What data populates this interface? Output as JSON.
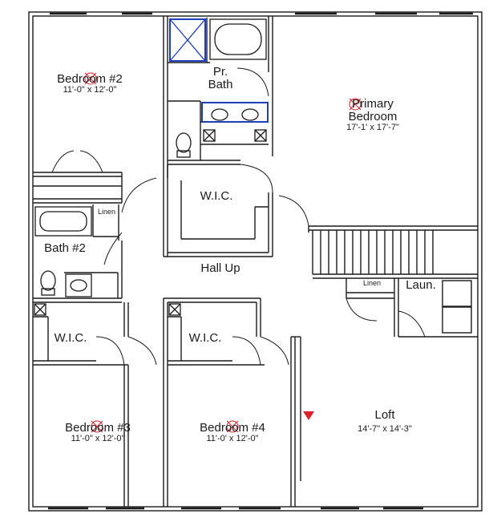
{
  "rooms": {
    "bedroom2": {
      "name": "Bedroom #2",
      "dims": "11'-0\" x 12'-0\""
    },
    "pr_bath": {
      "line1": "Pr.",
      "line2": "Bath"
    },
    "primary_bedroom": {
      "line1": "Primary",
      "line2": "Bedroom",
      "dims": "17'-1' x 17'-7\""
    },
    "wic_primary": {
      "name": "W.I.C."
    },
    "linen_bath2": {
      "name": "Linen"
    },
    "bath2": {
      "name": "Bath #2"
    },
    "hall": {
      "name": "Hall Up"
    },
    "linen_hall": {
      "name": "Linen"
    },
    "laundry": {
      "name": "Laun."
    },
    "wic_bed3": {
      "name": "W.I.C."
    },
    "wic_bed4": {
      "name": "W.I.C."
    },
    "bedroom3": {
      "name": "Bedroom #3",
      "dims": "11'-0\" x 12'-0\""
    },
    "bedroom4": {
      "name": "Bedroom #4",
      "dims": "11'-0' x 12'-0\""
    },
    "loft": {
      "name": "Loft",
      "dims": "14'-7\" x 14'-3\""
    }
  },
  "colors": {
    "wall": "#1a1a1a",
    "fixture": "#1f3fbf",
    "marker": "#e0202a"
  }
}
